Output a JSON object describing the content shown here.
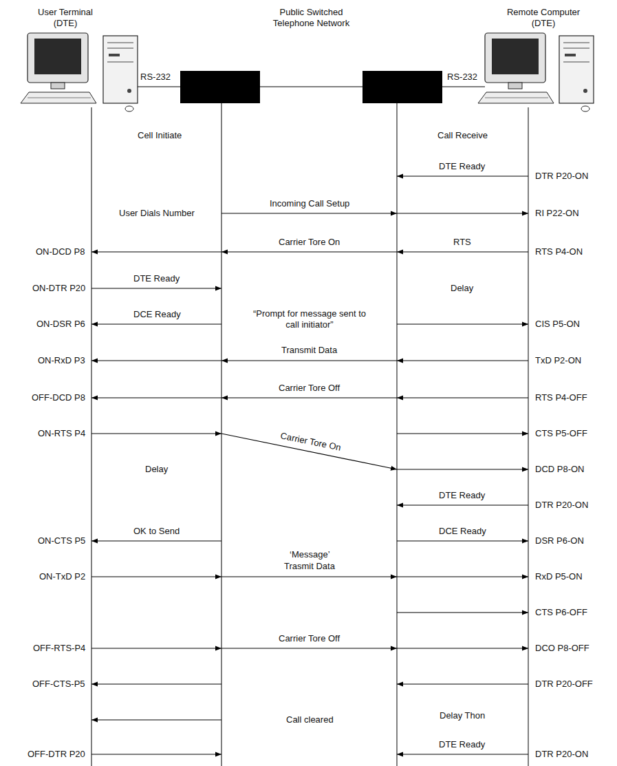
{
  "diagram": {
    "labels": [
      "User Terminal (DTE)",
      "Public Switched Telephone Network",
      "Remote Computer (DTE)",
      "RS-232",
      "RS-232",
      "Cell Initiate",
      "Call Receive",
      "DTE Ready",
      "DTR P20-ON",
      "User Dials Number",
      "Incoming Call Setup",
      "RI P22-ON",
      "ON-DCD P8",
      "Carrier Tore On",
      "RTS",
      "RTS P4-ON",
      "ON-DTR P20",
      "DTE Ready",
      "Delay",
      "ON-DSR P6",
      "DCE Ready",
      "“Prompt for message sent to call initiator”",
      "Transmit Data",
      "CIS P5-ON",
      "ON-RxD P3",
      "TxD P2-ON",
      "OFF-DCD P8",
      "Carrier Tore Off",
      "RTS P4-OFF",
      "ON-RTS P4",
      "Carrier Tore On",
      "CTS P5-OFF",
      "Delay",
      "DCD P8-ON",
      "DTE Ready",
      "DTR P20-ON",
      "ON-CTS P5",
      "OK to Send",
      "DCE Ready",
      "DSR P6-ON",
      "ON-TxD P2",
      "‘Message’",
      "Trasmit Data",
      "RxD P5-ON",
      "CTS P6-OFF",
      "OFF-RTS-P4",
      "Carrier Tore Off",
      "DCO P8-OFF",
      "OFF-CTS-P5",
      "DTR P20-OFF",
      "Call cleared",
      "Delay Thon",
      "OFF-DTR P20",
      "DTE Ready",
      "DTR P20-ON"
    ]
  }
}
